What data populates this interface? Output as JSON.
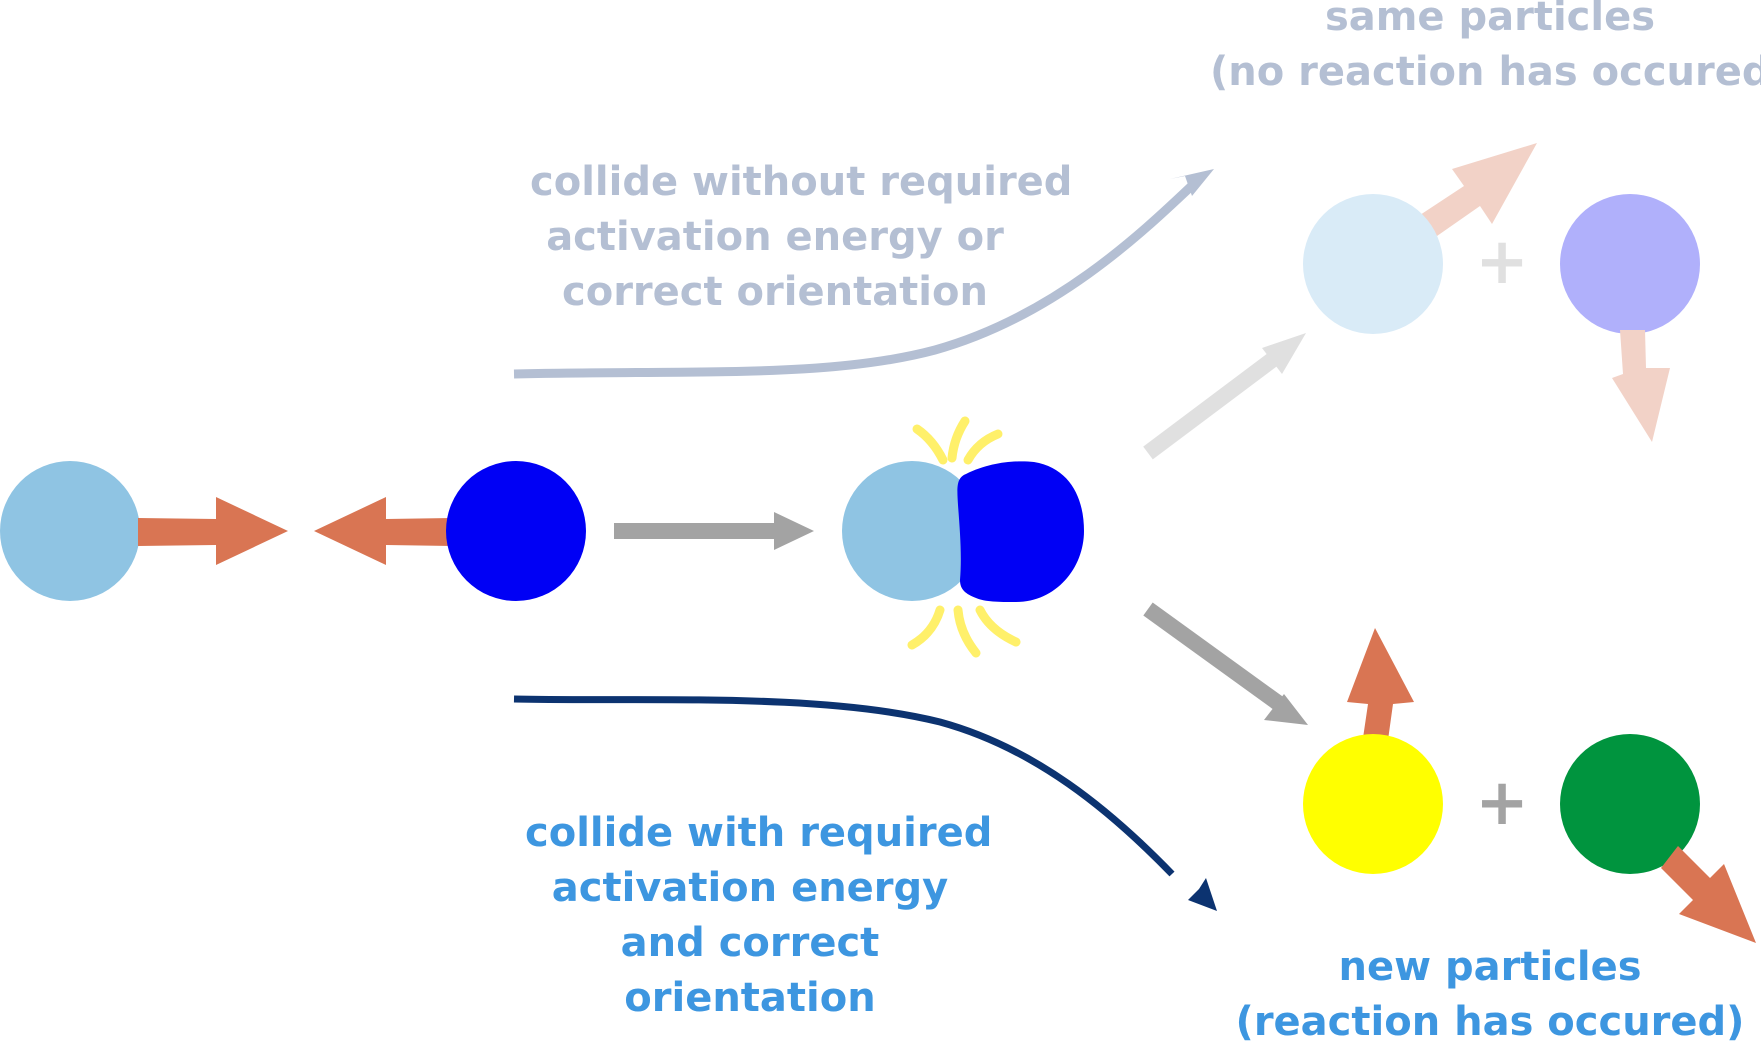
{
  "colors": {
    "reactant_a": "#8fc4e3",
    "reactant_b": "#0000f5",
    "motion_arrow": "#d97553",
    "flow_arrow": "#a3a3a3",
    "faded_flow_arrow": "#e0e0e0",
    "faded_motion_arrow": "#f2d2c7",
    "spark": "#fff06a",
    "fail_path": "#b4bfd3",
    "success_path": "#0c3370",
    "unchanged_a": "#d9ebf7",
    "unchanged_b": "#b0b0fb",
    "product_a": "#ffff00",
    "product_b": "#00943e"
  },
  "labels": {
    "fail_path": {
      "lines": [
        "collide without required",
        "activation energy or",
        "correct orientation"
      ]
    },
    "success_path": {
      "lines": [
        "collide with required",
        "activation energy",
        "and correct",
        "orientation"
      ]
    },
    "same_particles": {
      "lines": [
        "same particles",
        "(no reaction has occured)"
      ]
    },
    "new_particles": {
      "lines": [
        "new particles",
        "(reaction has occured)"
      ]
    }
  },
  "plus_sign": "+",
  "icons": {
    "motion": "arrow-icon",
    "collision": "spark-icon"
  }
}
